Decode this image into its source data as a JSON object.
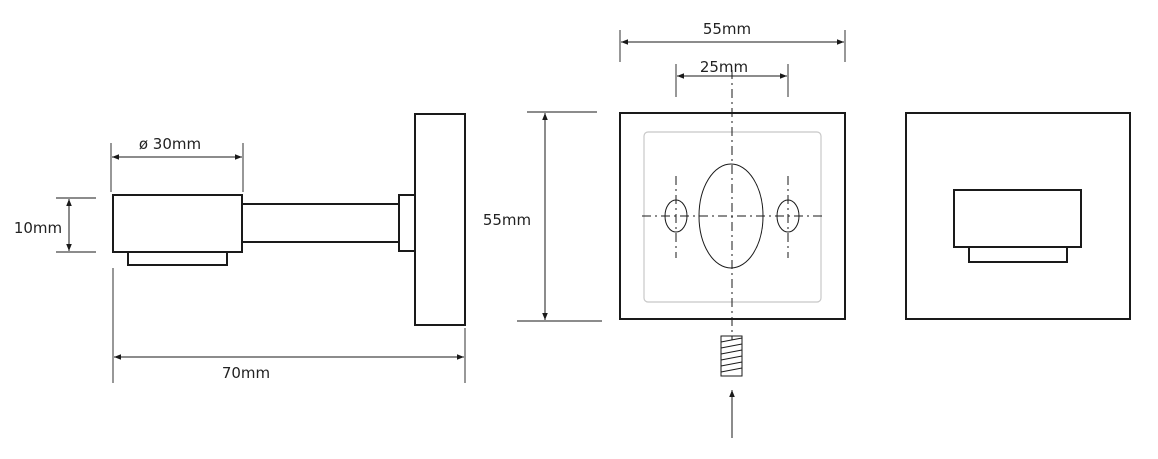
{
  "dimensions": {
    "side_diameter": "ø 30mm",
    "side_height": "10mm",
    "side_length": "70mm",
    "front_width": "55mm",
    "front_hole_spacing": "25mm",
    "front_height": "55mm"
  },
  "colors": {
    "line": "#1a1a1a",
    "inner_plate": "#c8c8c8",
    "background": "#ffffff"
  }
}
